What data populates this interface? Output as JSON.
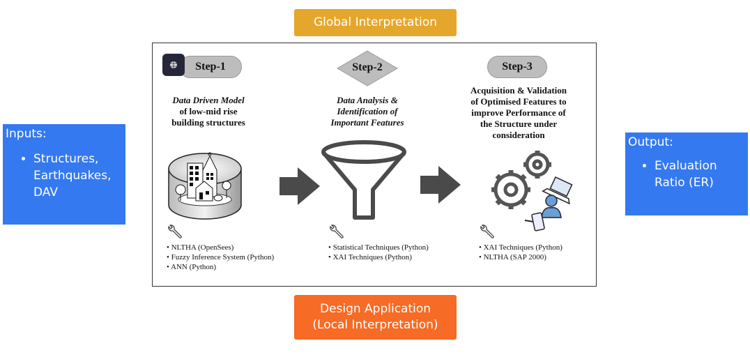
{
  "inputs": {
    "title": "Inputs:",
    "items": [
      "Structures, Earthquakes, DAV"
    ]
  },
  "output": {
    "title": "Output:",
    "items": [
      "Evaluation Ratio (ER)"
    ]
  },
  "global_label": "Global Interpretation",
  "design_label_line1": "Design Application",
  "design_label_line2": "(Local Interpretation)",
  "colors": {
    "side_box": "#3479f0",
    "global": "#e5a72b",
    "design": "#f66b25",
    "step_shape": "#bdbdbd",
    "arrow": "#4a4a4a"
  },
  "steps": [
    {
      "label": "Step-1",
      "title_italic": "Data Driven Model",
      "title_rest": [
        "of low-mid rise",
        "building structures"
      ],
      "tools": [
        "NLTHA (OpenSees)",
        "Fuzzy Inference System (Python)",
        "ANN (Python)"
      ],
      "icon": "city-cylinder-icon"
    },
    {
      "label": "Step-2",
      "title_italic_lines": [
        "Data Analysis &",
        "Identification of",
        "Important Features"
      ],
      "tools": [
        "Statistical Techniques (Python)",
        "XAI Techniques (Python)"
      ],
      "icon": "funnel-icon"
    },
    {
      "label": "Step-3",
      "title_lines": [
        "Acquisition & Validation",
        "of Optimised Features to",
        "improve Performance of",
        "the Structure under",
        "consideration"
      ],
      "tools": [
        "XAI Techniques (Python)",
        "NLTHA (SAP 2000)"
      ],
      "icon": "gears-user-devices-icon"
    }
  ]
}
